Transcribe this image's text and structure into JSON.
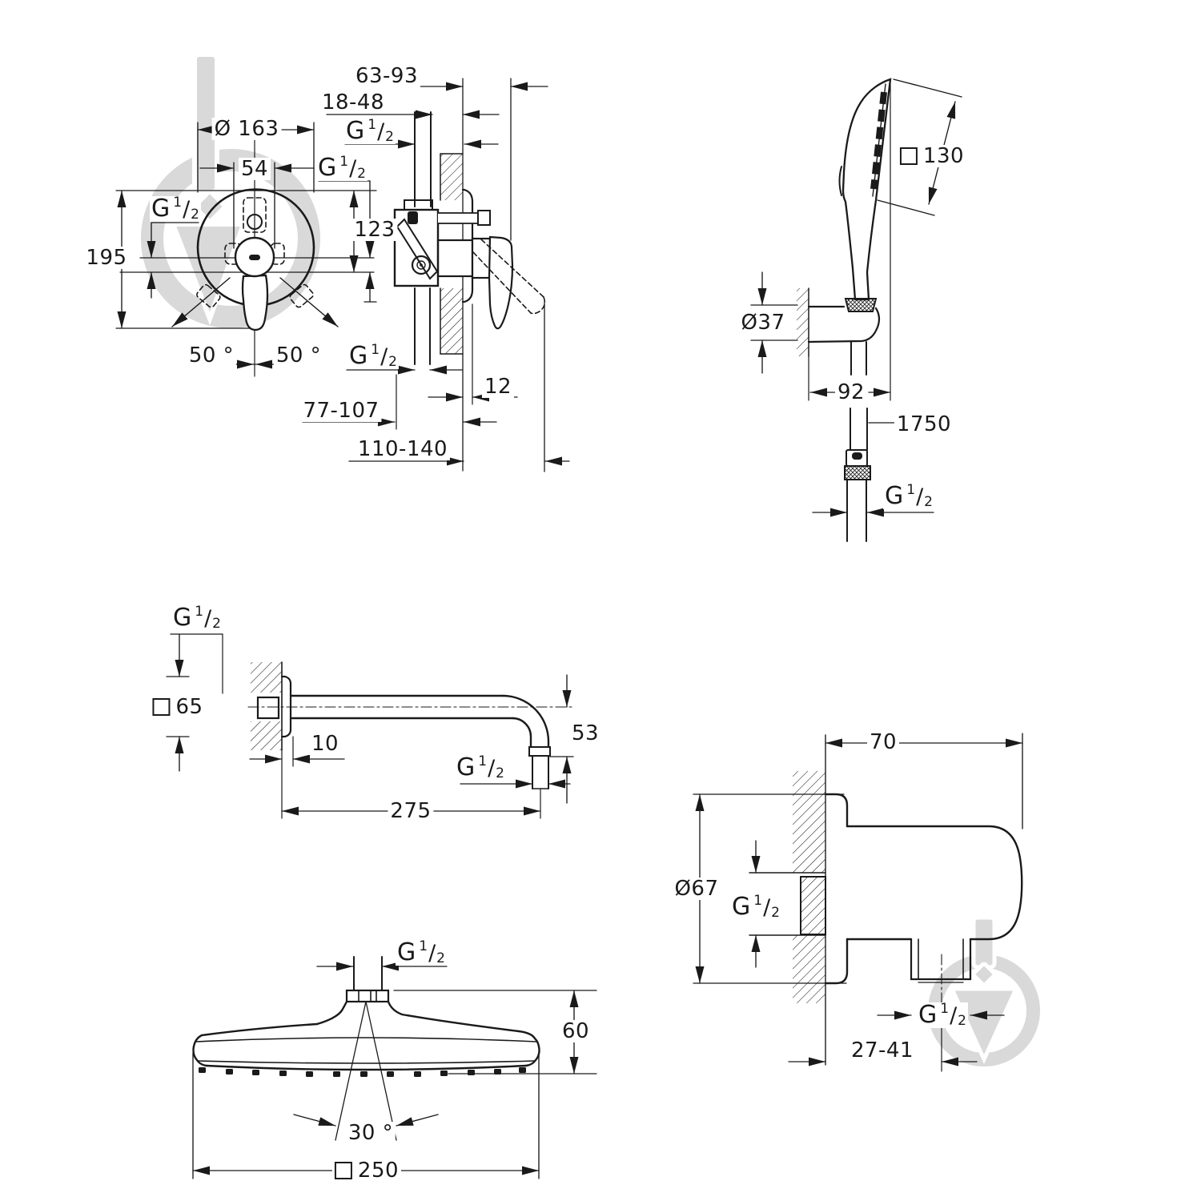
{
  "meta": {
    "background": "#ffffff",
    "line_color": "#1a1a1a",
    "watermark_color": "#d9d9d9",
    "drawing_type": "shower set installation dimension drawing"
  },
  "glyphs": {
    "g": "G",
    "sup": "1",
    "slash": "/",
    "sub": "2"
  },
  "views": {
    "mixer_front": {
      "dims": {
        "diameter": "Ø 163",
        "spacing": "54",
        "height": "195",
        "angle_left": "50 °",
        "angle_right": "50 °"
      }
    },
    "mixer_side": {
      "dims": {
        "depth_range": "63-93",
        "rough_in": "18-48",
        "port_height": "123",
        "plate_thickness": "12",
        "body_depth": "77-107",
        "total_depth": "110-140"
      }
    },
    "hand_shower": {
      "dims": {
        "head_size": "130",
        "holder_diameter": "Ø37",
        "holder_offset": "92",
        "hose_length": "1750"
      }
    },
    "shower_arm": {
      "dims": {
        "flange_size": "65",
        "flange_thickness": "10",
        "drop": "53",
        "length": "275"
      }
    },
    "head_shower": {
      "dims": {
        "height": "60",
        "spray_angle": "30 °",
        "size": "250"
      }
    },
    "wall_union": {
      "dims": {
        "depth": "70",
        "flange_diameter": "Ø67",
        "offset_range": "27-41"
      }
    }
  }
}
